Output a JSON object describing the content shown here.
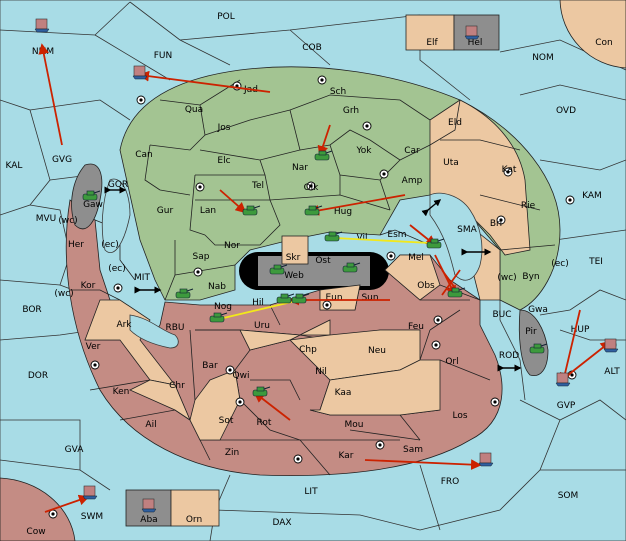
{
  "map": {
    "provinces": [
      {
        "id": "pol",
        "label": "POL"
      },
      {
        "id": "cob",
        "label": "COB"
      },
      {
        "id": "fun",
        "label": "FUN"
      },
      {
        "id": "nom",
        "label": "NOM"
      },
      {
        "id": "ovd",
        "label": "OVD"
      },
      {
        "id": "kam",
        "label": "KAM"
      },
      {
        "id": "tei",
        "label": "TEI"
      },
      {
        "id": "nmm",
        "label": "NMM"
      },
      {
        "id": "gvg",
        "label": "GVG"
      },
      {
        "id": "kal",
        "label": "KAL"
      },
      {
        "id": "mvu",
        "label": "MVU"
      },
      {
        "id": "bor",
        "label": "BOR"
      },
      {
        "id": "dor",
        "label": "DOR"
      },
      {
        "id": "gva",
        "label": "GVA"
      },
      {
        "id": "lit",
        "label": "LIT"
      },
      {
        "id": "dax",
        "label": "DAX"
      },
      {
        "id": "fro",
        "label": "FRO"
      },
      {
        "id": "som",
        "label": "SOM"
      },
      {
        "id": "alt",
        "label": "ALT"
      },
      {
        "id": "gvp",
        "label": "GVP"
      },
      {
        "id": "hup",
        "label": "HUP"
      },
      {
        "id": "bucsea",
        "label": "BUC"
      },
      {
        "id": "rod",
        "label": "ROD"
      },
      {
        "id": "sma",
        "label": "SMA"
      },
      {
        "id": "mit",
        "label": "MIT"
      },
      {
        "id": "rbu",
        "label": "RBU"
      },
      {
        "id": "gor",
        "label": "GOR"
      },
      {
        "id": "swm",
        "label": "SWM"
      },
      {
        "id": "con",
        "label": "Con"
      },
      {
        "id": "elf",
        "label": "Elf"
      },
      {
        "id": "hel",
        "label": "Hel"
      },
      {
        "id": "cow",
        "label": "Cow"
      },
      {
        "id": "aba",
        "label": "Aba"
      },
      {
        "id": "orn",
        "label": "Orn"
      },
      {
        "id": "jad",
        "label": "Jad"
      },
      {
        "id": "sch",
        "label": "Sch"
      },
      {
        "id": "qua",
        "label": "Qua"
      },
      {
        "id": "jos",
        "label": "Jos"
      },
      {
        "id": "grh",
        "label": "Grh"
      },
      {
        "id": "eld",
        "label": "Eld"
      },
      {
        "id": "can",
        "label": "Can"
      },
      {
        "id": "elc",
        "label": "Elc"
      },
      {
        "id": "nar",
        "label": "Nar"
      },
      {
        "id": "yok",
        "label": "Yok"
      },
      {
        "id": "car",
        "label": "Car"
      },
      {
        "id": "uta",
        "label": "Uta"
      },
      {
        "id": "kat",
        "label": "Kat"
      },
      {
        "id": "tel",
        "label": "Tel"
      },
      {
        "id": "olk",
        "label": "Olk"
      },
      {
        "id": "amp",
        "label": "Amp"
      },
      {
        "id": "gur",
        "label": "Gur"
      },
      {
        "id": "lan",
        "label": "Lan"
      },
      {
        "id": "hug",
        "label": "Hug"
      },
      {
        "id": "rie",
        "label": "Rie"
      },
      {
        "id": "bri",
        "label": "Bri"
      },
      {
        "id": "gaw",
        "label": "Gaw"
      },
      {
        "id": "her",
        "label": "Her"
      },
      {
        "id": "nor",
        "label": "Nor"
      },
      {
        "id": "vil",
        "label": "Vil"
      },
      {
        "id": "esm",
        "label": "Esm"
      },
      {
        "id": "skr",
        "label": "Skr"
      },
      {
        "id": "ost",
        "label": "Ost"
      },
      {
        "id": "web",
        "label": "Web"
      },
      {
        "id": "mel",
        "label": "Mel"
      },
      {
        "id": "sap",
        "label": "Sap"
      },
      {
        "id": "byn",
        "label": "Byn"
      },
      {
        "id": "kor",
        "label": "Kor"
      },
      {
        "id": "nab",
        "label": "Nab"
      },
      {
        "id": "eun",
        "label": "Eun"
      },
      {
        "id": "sun",
        "label": "Sun"
      },
      {
        "id": "obs",
        "label": "Obs"
      },
      {
        "id": "gwa",
        "label": "Gwa"
      },
      {
        "id": "nog",
        "label": "Nog"
      },
      {
        "id": "hil",
        "label": "Hil"
      },
      {
        "id": "ark",
        "label": "Ark"
      },
      {
        "id": "uru",
        "label": "Uru"
      },
      {
        "id": "feu",
        "label": "Feu"
      },
      {
        "id": "pir",
        "label": "Pir"
      },
      {
        "id": "ver",
        "label": "Ver"
      },
      {
        "id": "chp",
        "label": "Chp"
      },
      {
        "id": "neu",
        "label": "Neu"
      },
      {
        "id": "bar",
        "label": "Bar"
      },
      {
        "id": "qwi",
        "label": "Qwi"
      },
      {
        "id": "orl",
        "label": "Orl"
      },
      {
        "id": "nil",
        "label": "Nil"
      },
      {
        "id": "ken",
        "label": "Ken"
      },
      {
        "id": "chr",
        "label": "Chr"
      },
      {
        "id": "kaa",
        "label": "Kaa"
      },
      {
        "id": "ail",
        "label": "Ail"
      },
      {
        "id": "sot",
        "label": "Sot"
      },
      {
        "id": "rot",
        "label": "Rot"
      },
      {
        "id": "mou",
        "label": "Mou"
      },
      {
        "id": "los",
        "label": "Los"
      },
      {
        "id": "zin",
        "label": "Zin"
      },
      {
        "id": "kar",
        "label": "Kar"
      },
      {
        "id": "sam",
        "label": "Sam"
      }
    ],
    "coast_labels": [
      "(wc)",
      "(ec)",
      "(ec)",
      "(wc)",
      "(wc)",
      "(ec)"
    ],
    "colors": {
      "sea": "#a8dce6",
      "green": "#a3c492",
      "red": "#c48c84",
      "tan": "#ecc8a2",
      "gray": "#8e8e8e",
      "order_arrow": "#cc2200",
      "support_line": "#f2e81a",
      "unit": "#3d9a3d"
    }
  }
}
